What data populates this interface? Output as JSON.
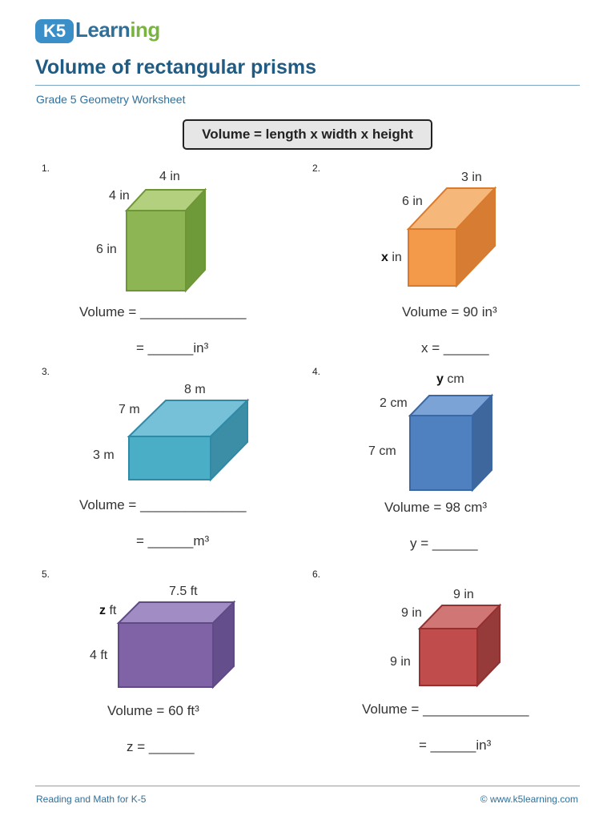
{
  "header": {
    "logo_k5": "K5",
    "logo_word_a": "Learn",
    "logo_word_b": "ing",
    "title": "Volume of rectangular prisms",
    "subtitle": "Grade 5 Geometry Worksheet",
    "formula": "Volume = length x width x height"
  },
  "problems": [
    {
      "number": "1.",
      "color": "#8db553",
      "labels": {
        "top": "4 in",
        "depth": "4 in",
        "side": "6 in"
      },
      "line1": "Volume = ______________",
      "line2": "= ______in³"
    },
    {
      "number": "2.",
      "color": "#f39a4a",
      "labels": {
        "top": "3 in",
        "depth": "6 in",
        "side_var": "x",
        "side_unit": " in"
      },
      "line1": "Volume = 90 in³",
      "line2": "x = ______"
    },
    {
      "number": "3.",
      "color": "#4aaec7",
      "labels": {
        "top": "8 m",
        "depth": "7 m",
        "side": "3 m"
      },
      "line1": "Volume = ______________",
      "line2": "= ______m³"
    },
    {
      "number": "4.",
      "color": "#4f80bf",
      "labels": {
        "top_var": "y",
        "top_unit": " cm",
        "depth": "2 cm",
        "side": "7 cm"
      },
      "line1": "Volume = 98 cm³",
      "line2": "y = ______"
    },
    {
      "number": "5.",
      "color": "#7f63a6",
      "labels": {
        "top": "7.5 ft",
        "depth_var": "z",
        "depth_unit": " ft",
        "side": "4 ft"
      },
      "line1": "Volume = 60 ft³",
      "line2": "z = ______"
    },
    {
      "number": "6.",
      "color": "#c04c4b",
      "labels": {
        "top": "9 in",
        "depth": "9 in",
        "side": "9 in"
      },
      "line1": "Volume = ______________",
      "line2": "= ______in³"
    }
  ],
  "footer": {
    "left": "Reading and Math for K-5",
    "right": "©  www.k5learning.com"
  }
}
